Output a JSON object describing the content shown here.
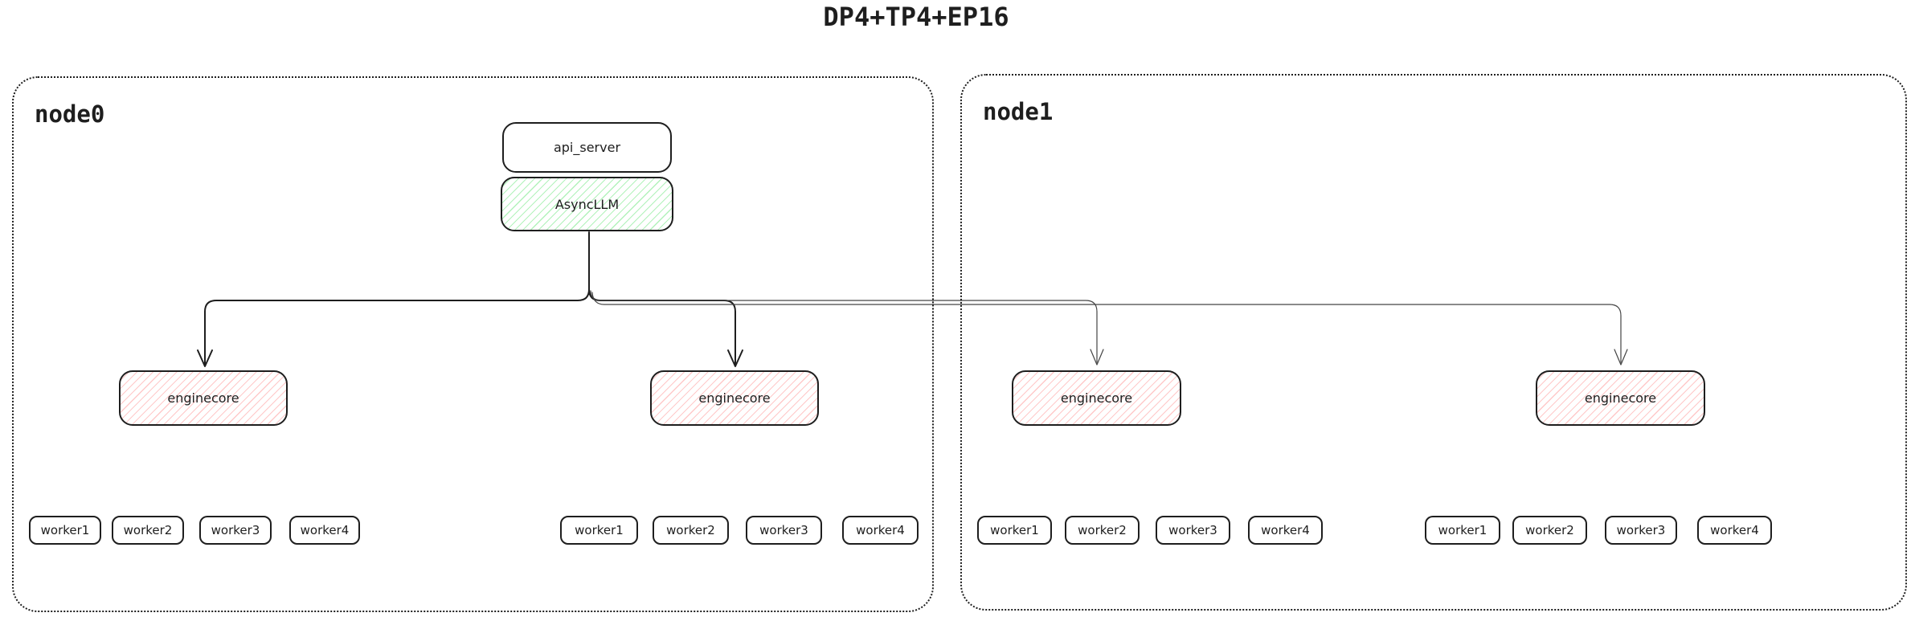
{
  "title": "DP4+TP4+EP16",
  "colors": {
    "border": "#1e1e1e",
    "green_hatch": "#b2f2bb",
    "red_hatch": "#ffc9c9",
    "arrow_bold": "#1e1e1e",
    "arrow_thin": "#434343",
    "background": "#ffffff"
  },
  "nodes": [
    {
      "label": "node0",
      "api_server_label": "api_server",
      "asyncllm_label": "AsyncLLM",
      "enginecores": [
        {
          "label": "enginecore",
          "workers": [
            "worker1",
            "worker2",
            "worker3",
            "worker4"
          ]
        },
        {
          "label": "enginecore",
          "workers": [
            "worker1",
            "worker2",
            "worker3",
            "worker4"
          ]
        }
      ]
    },
    {
      "label": "node1",
      "enginecores": [
        {
          "label": "enginecore",
          "workers": [
            "worker1",
            "worker2",
            "worker3",
            "worker4"
          ]
        },
        {
          "label": "enginecore",
          "workers": [
            "worker1",
            "worker2",
            "worker3",
            "worker4"
          ]
        }
      ]
    }
  ]
}
